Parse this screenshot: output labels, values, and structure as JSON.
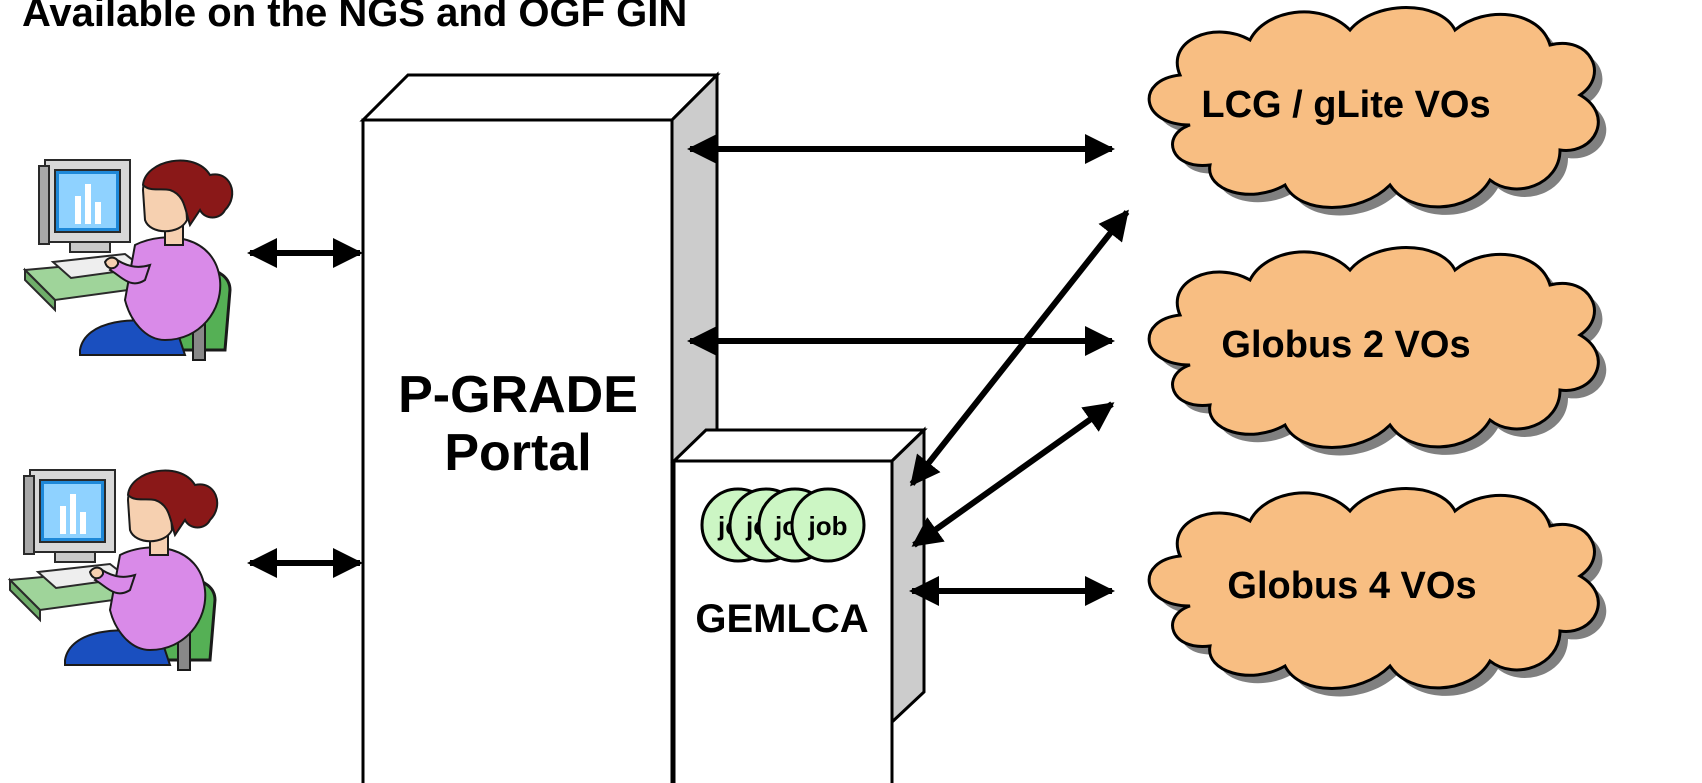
{
  "title": "Available on the NGS and OGF GIN",
  "portal": {
    "line1": "P-GRADE",
    "line2": "Portal"
  },
  "gemlca": {
    "label": "GEMLCA",
    "jobs": [
      "jo",
      "jo",
      "jo",
      "job"
    ]
  },
  "clouds": [
    {
      "label": "LCG / gLite VOs"
    },
    {
      "label": "Globus 2 VOs"
    },
    {
      "label": "Globus 4 VOs"
    }
  ],
  "colors": {
    "cloud_fill": "#f8be82",
    "job_fill": "#ccf6c4",
    "box_side": "#cccccc",
    "box_face": "#ffffff"
  }
}
